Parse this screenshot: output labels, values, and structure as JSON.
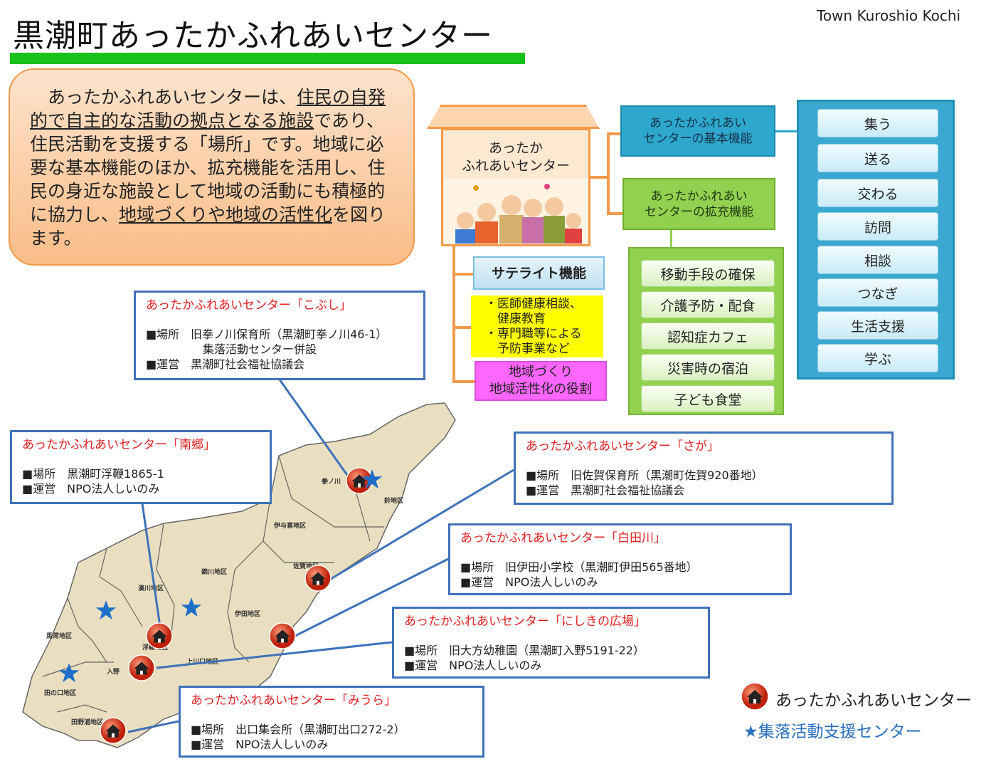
{
  "header": {
    "title": "黒潮町あったかふれあいセンター",
    "town": "Town Kuroshio Kochi"
  },
  "intro": {
    "t1": "　あったかふれあいセンターは、",
    "u1": "住民の自発的で自主的な活動の拠点となる施設",
    "t2": "であり、住民活動を支援する「場所」です。地域に必要な基本機能のほか、拡充機能を活用し、住民の身近な施設として地域の活動にも積極的に協力し、",
    "u2": "地域づくりや地域の活性化",
    "t3": "を図ります。"
  },
  "diagram": {
    "house_line1": "あったか",
    "house_line2": "ふれあいセンター",
    "basic_line1": "あったかふれあい",
    "basic_line2": "センターの基本機能",
    "expand_line1": "あったかふれあい",
    "expand_line2": "センターの拡充機能",
    "basic_items": [
      "集う",
      "送る",
      "交わる",
      "訪問",
      "相談",
      "つなぎ",
      "生活支援",
      "学ぶ"
    ],
    "expand_items": [
      "移動手段の確保",
      "介護予防・配食",
      "認知症カフェ",
      "災害時の宿泊",
      "子ども食堂"
    ],
    "satellite": "サテライト機能",
    "satellite_items": [
      "・医師健康相談、",
      "　健康教育",
      "・専門職等による",
      "　予防事業など"
    ],
    "role_line1": "地域づくり",
    "role_line2": "地域活性化の役割"
  },
  "centers": [
    {
      "name": "あったかふれあいセンター「こぶし」",
      "place": "■場所　旧拳ノ川保育所（黒潮町拳ノ川46-1）",
      "place2": "　　　　　集落活動センター併設",
      "operator": "■運営　黒潮町社会福祉協議会"
    },
    {
      "name": "あったかふれあいセンター「南郷」",
      "place": "■場所　黒潮町浮鞭1865-1",
      "operator": "■運営　NPO法人しいのみ"
    },
    {
      "name": "あったかふれあいセンター「さが」",
      "place": "■場所　旧佐賀保育所（黒潮町佐賀920番地）",
      "operator": "■運営　黒潮町社会福祉協議会"
    },
    {
      "name": "あったかふれあいセンター「白田川」",
      "place": "■場所　旧伊田小学校（黒潮町伊田565番地）",
      "operator": "■運営　NPO法人しいのみ"
    },
    {
      "name": "あったかふれあいセンター「にしきの広場」",
      "place": "■場所　旧大方幼稚園（黒潮町入野5191-22）",
      "operator": "■運営　NPO法人しいのみ"
    },
    {
      "name": "あったかふれあいセンター「みうら」",
      "place": "■場所　出口集会所（黒潮町出口272-2）",
      "operator": "■運営　NPO法人しいのみ"
    }
  ],
  "map": {
    "districts": [
      "拳ノ川",
      "鈴地区",
      "伊与喜地区",
      "佐賀地区",
      "錦川地区",
      "湊川地区",
      "伊田地区",
      "馬荷地区",
      "浮鞭地区",
      "上川口地区",
      "入野",
      "田の口地区",
      "田野浦地区"
    ]
  },
  "legend": {
    "center": "あったかふれあいセンター",
    "support": "★集落活動支援センター"
  },
  "colors": {
    "title_bar": "#19c21b",
    "callout_border": "#3f72b8",
    "center_name": "#e02020",
    "star": "#1e6fc8"
  }
}
